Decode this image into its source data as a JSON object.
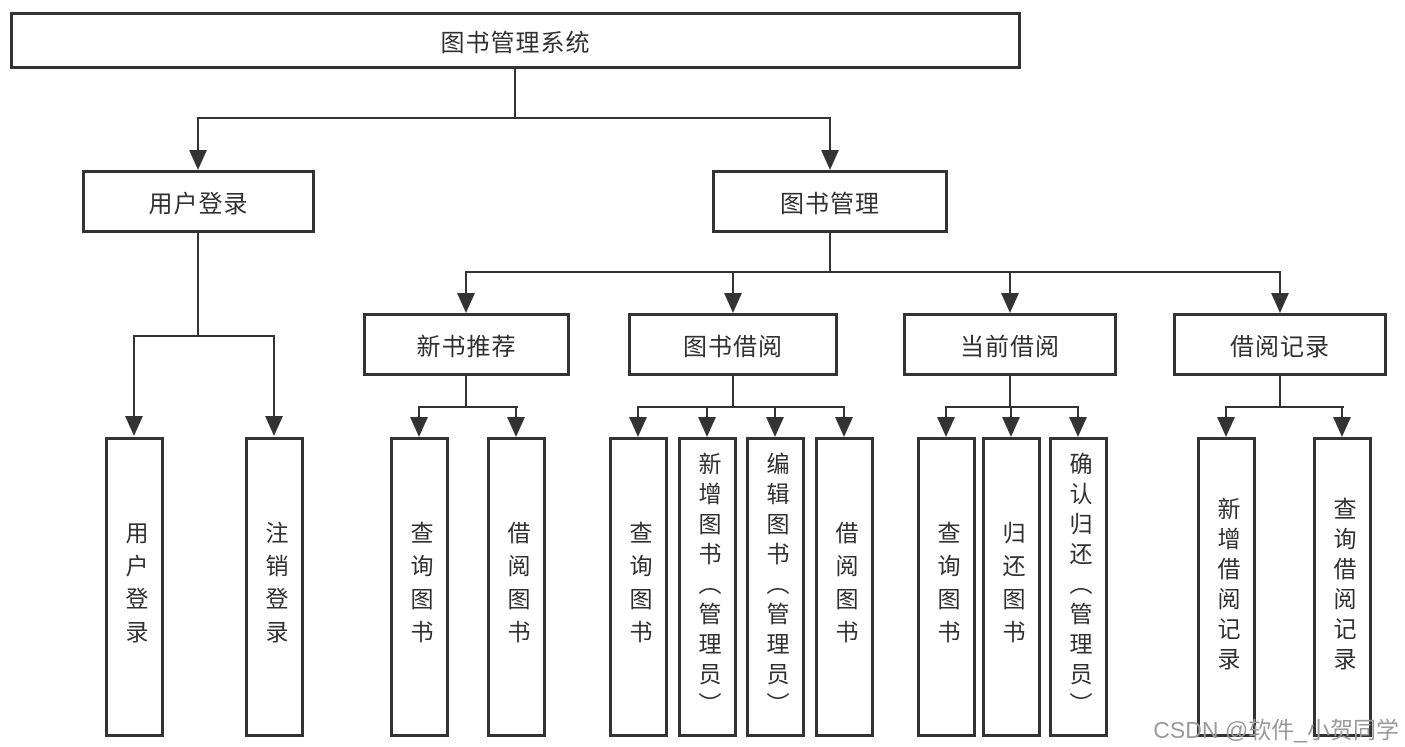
{
  "diagram": {
    "root": {
      "label": "图书管理系统"
    },
    "branches": [
      {
        "label": "用户登录",
        "children": [
          {
            "label": "用户登录"
          },
          {
            "label": "注销登录"
          }
        ]
      },
      {
        "label": "图书管理",
        "children": [
          {
            "label": "新书推荐",
            "children": [
              {
                "label": "查询图书"
              },
              {
                "label": "借阅图书"
              }
            ]
          },
          {
            "label": "图书借阅",
            "children": [
              {
                "label": "查询图书"
              },
              {
                "label": "新增图书（管理员）"
              },
              {
                "label": "编辑图书（管理员）"
              },
              {
                "label": "借阅图书"
              }
            ]
          },
          {
            "label": "当前借阅",
            "children": [
              {
                "label": "查询图书"
              },
              {
                "label": "归还图书"
              },
              {
                "label": "确认归还（管理员）"
              }
            ]
          },
          {
            "label": "借阅记录",
            "children": [
              {
                "label": "新增借阅记录"
              },
              {
                "label": "查询借阅记录"
              }
            ]
          }
        ]
      }
    ]
  },
  "watermark": {
    "text": "CSDN @软件_小贺同学"
  },
  "colors": {
    "line": "#333333",
    "box_border": "#333333",
    "box_fill": "#ffffff",
    "text": "#303030",
    "watermark": "#9a9a9a",
    "background": "#ffffff"
  }
}
